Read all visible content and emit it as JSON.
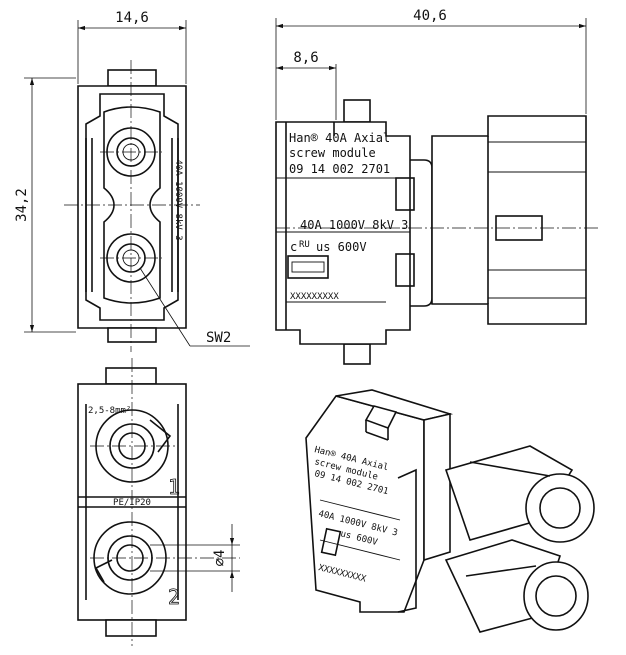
{
  "dimensions": {
    "width_front": "14,6",
    "overall_length": "40,6",
    "offset": "8,6",
    "height": "34,2",
    "wrench": "SW2",
    "hole_diameter": "∅4"
  },
  "side_label": {
    "line1": "Han® 40A Axial",
    "line2": "screw module",
    "line3": "09 14 002 2701",
    "rating": "40A 1000V 8kV 3",
    "cert_left": "c",
    "cert_mark": "RU",
    "cert_right": "us 600V",
    "code": "XXXXXXXXX"
  },
  "front_label": {
    "vertical": "40A 1000V 8kV 3"
  },
  "bottom_view": {
    "cable_size": "2,5-8mm²",
    "pe_label": "PE/IP20",
    "pin1": "1",
    "pin2": "2"
  },
  "iso_label": {
    "line1": "Han® 40A Axial",
    "line2": "screw module",
    "line3": "09 14 002 2701",
    "rating": "40A 1000V 8kV 3",
    "cert": "us 600V",
    "code": "XXXXXXXXX"
  }
}
